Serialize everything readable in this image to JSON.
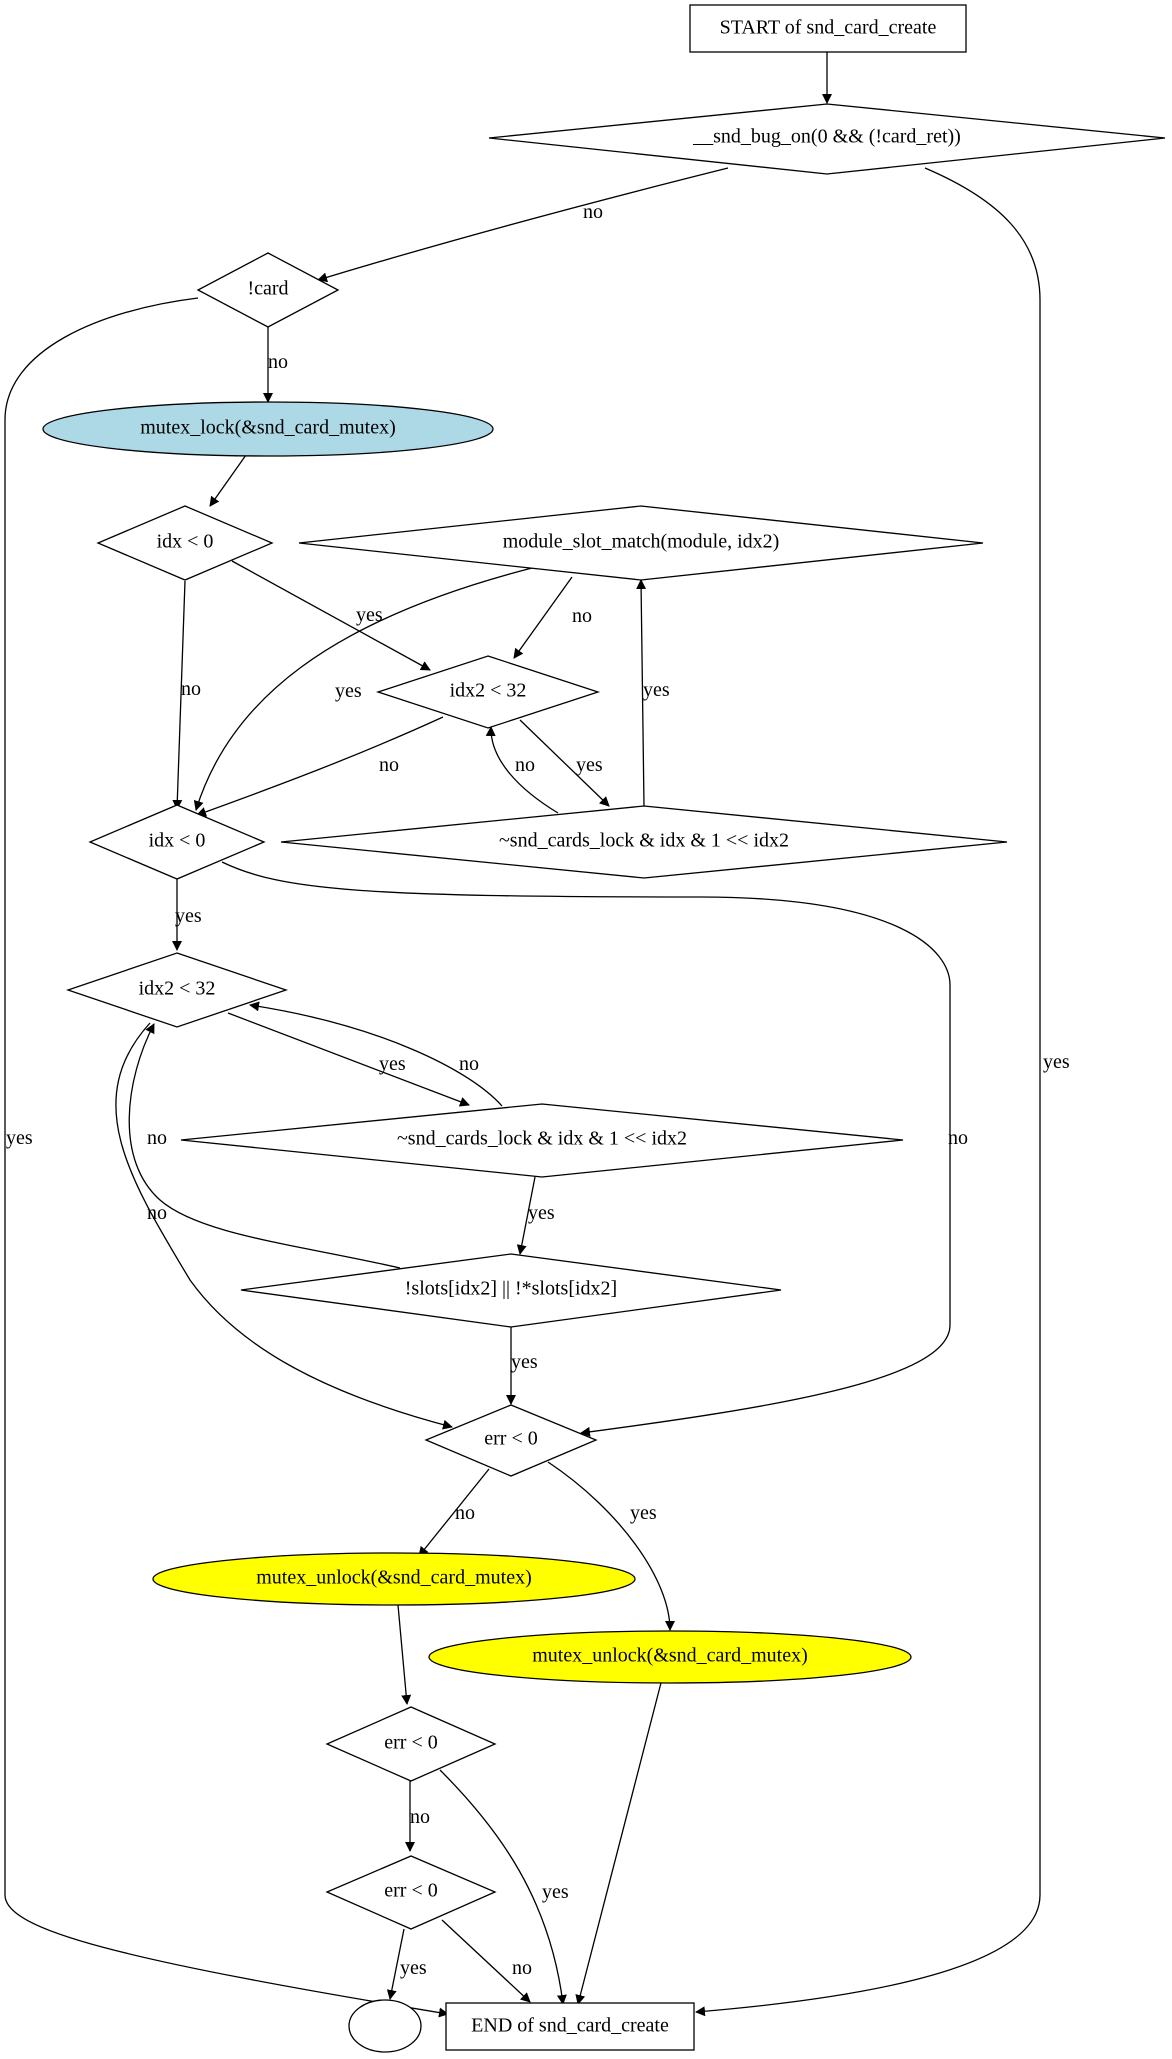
{
  "nodes": {
    "start": {
      "label": "START of snd_card_create"
    },
    "bug_on": {
      "label": "__snd_bug_on(0 && (!card_ret))"
    },
    "not_card": {
      "label": "!card"
    },
    "mutex_lock": {
      "label": "mutex_lock(&snd_card_mutex)",
      "fill": "#add8e6"
    },
    "idx_lt0_a": {
      "label": "idx < 0"
    },
    "module_slot": {
      "label": "module_slot_match(module, idx2)"
    },
    "idx2_lt32_a": {
      "label": "idx2 < 32"
    },
    "cards_lock_a": {
      "label": "~snd_cards_lock & idx & 1 << idx2"
    },
    "idx_lt0_b": {
      "label": "idx < 0"
    },
    "idx2_lt32_b": {
      "label": "idx2 < 32"
    },
    "cards_lock_b": {
      "label": "~snd_cards_lock & idx & 1 << idx2"
    },
    "slots": {
      "label": "!slots[idx2] || !*slots[idx2]"
    },
    "err_a": {
      "label": "err < 0"
    },
    "unlock_a": {
      "label": "mutex_unlock(&snd_card_mutex)",
      "fill": "#ffff00"
    },
    "unlock_b": {
      "label": "mutex_unlock(&snd_card_mutex)",
      "fill": "#ffff00"
    },
    "err_b": {
      "label": "err < 0"
    },
    "err_c": {
      "label": "err < 0"
    },
    "empty": {
      "label": ""
    },
    "end": {
      "label": "END of snd_card_create"
    }
  },
  "edges": {
    "bug_on_no": "no",
    "bug_on_yes": "yes",
    "not_card_no": "no",
    "not_card_yes": "yes",
    "idx_a_yes": "yes",
    "idx_a_no": "no",
    "module_no": "no",
    "module_yes": "yes",
    "idx2_a_no": "no",
    "idx2_a_yes": "yes",
    "lock_a_no": "no",
    "lock_a_yes": "yes",
    "idx_b_yes": "yes",
    "idx_b_no": "no",
    "idx2_b_yes": "yes",
    "idx2_b_no": "no",
    "lock_b_no_back": "no",
    "slots_no": "no",
    "lock_b_yes": "yes",
    "slots_yes": "yes",
    "err_a_no": "no",
    "err_a_yes": "yes",
    "err_b_no": "no",
    "err_b_yes": "yes",
    "err_c_yes": "yes",
    "err_c_no": "no"
  }
}
